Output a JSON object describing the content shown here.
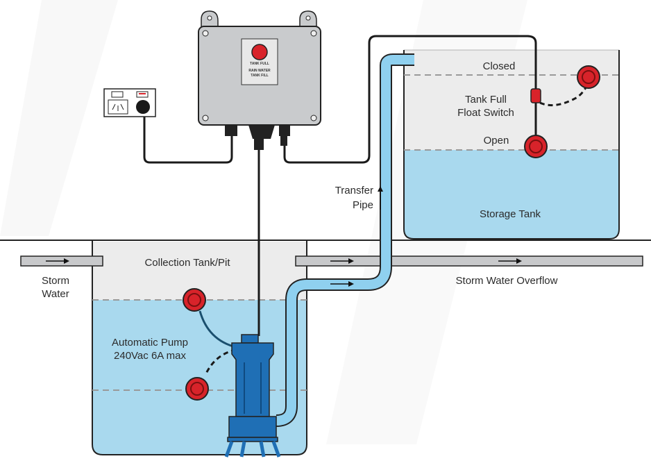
{
  "diagram": {
    "labels": {
      "closed": "Closed",
      "float_switch_line1": "Tank Full",
      "float_switch_line2": "Float Switch",
      "open": "Open",
      "transfer_pipe_line1": "Transfer",
      "transfer_pipe_line2": "Pipe",
      "storage_tank": "Storage Tank",
      "collection_tank": "Collection Tank/Pit",
      "storm_water_line1": "Storm",
      "storm_water_line2": "Water",
      "storm_overflow": "Storm Water Overflow",
      "pump_line1": "Automatic Pump",
      "pump_line2": "240Vac 6A max"
    },
    "control_box": {
      "small_label": "TANK FULL",
      "panel_line1": "RAIN WATER",
      "panel_line2": "TANK FILL"
    },
    "colors": {
      "water": "#a9d9ee",
      "pipe": "#8fd0ef",
      "pump": "#1f6fb5",
      "float": "#d8232a",
      "tank_fill": "#ececec",
      "box": "#c9cbcd",
      "outline": "#222222"
    }
  }
}
